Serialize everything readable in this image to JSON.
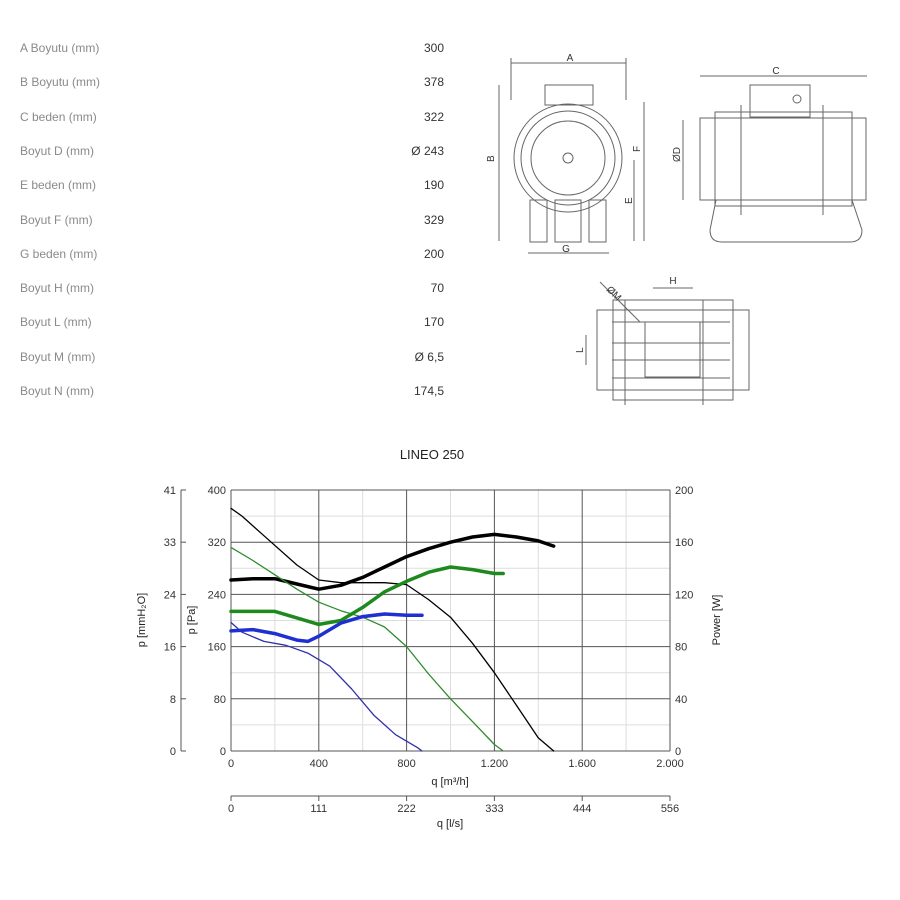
{
  "specs": [
    {
      "label": "A Boyutu (mm)",
      "value": "300"
    },
    {
      "label": "B Boyutu (mm)",
      "value": "378"
    },
    {
      "label": "C beden (mm)",
      "value": "322"
    },
    {
      "label": "Boyut D (mm)",
      "value": "Ø 243"
    },
    {
      "label": "E beden (mm)",
      "value": "190"
    },
    {
      "label": "Boyut F (mm)",
      "value": "329"
    },
    {
      "label": "G beden (mm)",
      "value": "200"
    },
    {
      "label": "Boyut H (mm)",
      "value": "70"
    },
    {
      "label": "Boyut L (mm)",
      "value": "170"
    },
    {
      "label": "Boyut M (mm)",
      "value": "Ø 6,5"
    },
    {
      "label": "Boyut N (mm)",
      "value": "174,5"
    }
  ],
  "drawing_labels": {
    "a": "A",
    "b": "B",
    "c": "C",
    "d": "ØD",
    "e": "E",
    "f": "F",
    "g": "G",
    "h": "H",
    "l": "L",
    "m": "ØM"
  },
  "chart_data": {
    "type": "line",
    "title": "LINEO 250",
    "xlabel": "q [m³/h]",
    "xlabel2": "q [l/s]",
    "ylabel": "p [Pa]",
    "ylabel2": "p [mmH₂O]",
    "ylabel_right": "Power [W]",
    "xlim": [
      0,
      2000
    ],
    "ylim": [
      0,
      400
    ],
    "ylim_right": [
      0,
      200
    ],
    "x_ticks": [
      "0",
      "400",
      "800",
      "1.200",
      "1.600",
      "2.000"
    ],
    "x2_ticks": [
      "0",
      "111",
      "222",
      "333",
      "444",
      "556"
    ],
    "y_ticks": [
      "0",
      "80",
      "160",
      "240",
      "320",
      "400"
    ],
    "y2_ticks": [
      "0",
      "8",
      "16",
      "24",
      "33",
      "41"
    ],
    "yr_ticks": [
      "0",
      "40",
      "80",
      "120",
      "160",
      "200"
    ],
    "grid": true,
    "series": [
      {
        "name": "black-pressure",
        "axis": "Pa",
        "color": "#000000",
        "width": 1.3,
        "x": [
          0,
          50,
          150,
          300,
          400,
          500,
          700,
          800,
          900,
          1000,
          1100,
          1200,
          1300,
          1400,
          1470
        ],
        "y": [
          372,
          360,
          330,
          285,
          262,
          258,
          258,
          255,
          232,
          205,
          165,
          120,
          70,
          20,
          0
        ]
      },
      {
        "name": "black-power",
        "axis": "W",
        "color": "#000000",
        "width": 3.5,
        "x": [
          0,
          100,
          200,
          300,
          400,
          500,
          600,
          700,
          800,
          900,
          1000,
          1100,
          1200,
          1300,
          1400,
          1470
        ],
        "y": [
          131,
          132,
          132,
          128,
          124,
          127,
          133,
          141,
          149,
          155,
          160,
          164,
          166,
          164,
          161,
          157
        ]
      },
      {
        "name": "green-pressure",
        "axis": "Pa",
        "color": "#2e8b2e",
        "width": 1.3,
        "x": [
          0,
          100,
          200,
          300,
          400,
          500,
          600,
          700,
          800,
          900,
          1000,
          1100,
          1200,
          1240
        ],
        "y": [
          312,
          292,
          270,
          248,
          228,
          215,
          205,
          190,
          160,
          118,
          80,
          45,
          10,
          0
        ]
      },
      {
        "name": "green-power",
        "axis": "W",
        "color": "#1e8a1e",
        "width": 3.5,
        "x": [
          0,
          100,
          200,
          300,
          400,
          500,
          600,
          700,
          800,
          900,
          1000,
          1100,
          1200,
          1240
        ],
        "y": [
          107,
          107,
          107,
          102,
          97,
          100,
          110,
          122,
          130,
          137,
          141,
          139,
          136,
          136
        ]
      },
      {
        "name": "blue-pressure",
        "axis": "Pa",
        "color": "#3030b0",
        "width": 1.3,
        "x": [
          0,
          50,
          150,
          250,
          350,
          450,
          550,
          650,
          750,
          850,
          870
        ],
        "y": [
          197,
          182,
          168,
          162,
          150,
          130,
          95,
          55,
          25,
          5,
          0
        ]
      },
      {
        "name": "blue-power",
        "axis": "W",
        "color": "#1f2fd0",
        "width": 3.5,
        "x": [
          0,
          100,
          200,
          300,
          350,
          400,
          500,
          600,
          700,
          800,
          870
        ],
        "y": [
          92,
          93,
          90,
          85,
          84,
          88,
          98,
          103,
          105,
          104,
          104
        ]
      }
    ]
  }
}
